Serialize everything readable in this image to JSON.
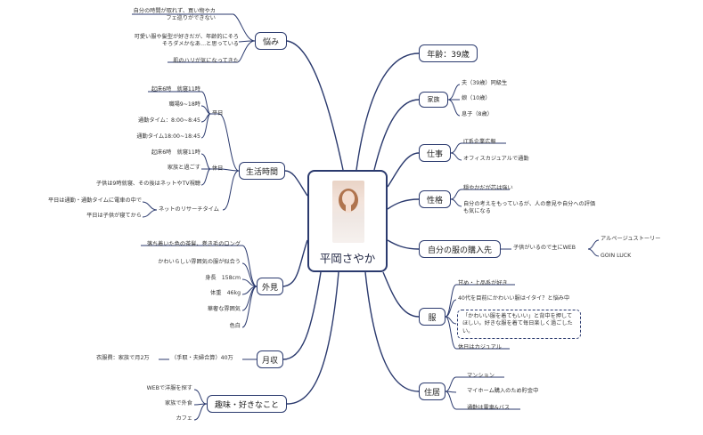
{
  "center": {
    "name": "平岡さやか"
  },
  "left": {
    "nayami": {
      "title": "悩み",
      "items": [
        "自分の時間が取れず、買い物やカフェ巡りができない",
        "可愛い服や髪型が好きだが、年齢的にそろそろダメかなあ…と思っている",
        "肌のハリが気になってきた"
      ]
    },
    "seikatsu": {
      "title": "生活時間",
      "heijitsu": {
        "label": "平日",
        "items": [
          "起床6時　就寝11時",
          "職場9~18時",
          "通勤タイム：8:00~8:45",
          "通勤タイム18:00~18:45"
        ]
      },
      "kyujitsu": {
        "label": "休日",
        "items": [
          "起床6時　就寝11時",
          "家族と過ごす",
          "子供は9時就寝、その後はネットやTV視聴"
        ]
      },
      "research": {
        "label": "ネットのリサーチタイム",
        "items": [
          "平日は通勤・通勤タイムに電車の中で",
          "平日は子供が寝てから"
        ]
      }
    },
    "gaiken": {
      "title": "外見",
      "items": [
        "落ち着いた色の茶髪、巻き毛のロング",
        "かわいらしい雰囲気の服が似合う",
        "身長　158cm",
        "体重　46kg",
        "華奢な雰囲気",
        "色白"
      ]
    },
    "geshu": {
      "title": "月収",
      "items": [
        "衣服費：家族で月2万",
        "（手取・夫婦合算）40万"
      ]
    },
    "shumi": {
      "title": "趣味・好きなこと",
      "items": [
        "WEBで洋服を探す",
        "家族で外食",
        "カフェ"
      ]
    }
  },
  "right": {
    "age": {
      "title": "年齢：39歳"
    },
    "family": {
      "title": "家族",
      "items": [
        "夫（39歳）同級生",
        "娘（10歳）",
        "息子（8歳）"
      ]
    },
    "job": {
      "title": "仕事",
      "items": [
        "IT系企業広報",
        "オフィスカジュアルで通勤"
      ]
    },
    "character": {
      "title": "性格",
      "items": [
        "穏やかだが芯は強い",
        "自分の考えをもっているが、人の意見や自分への評価も気になる"
      ]
    },
    "purchase": {
      "title": "自分の服の購入先",
      "mid": "子供がいるので主にWEB",
      "items": [
        "アルページュストーリー",
        "GOIN LUCK"
      ]
    },
    "clothes": {
      "title": "服",
      "items": [
        "甘め・上品系が好き",
        "40代を目前にかわいい服はイタイ？と悩み中",
        "休日はカジュアル"
      ],
      "quote": "「かわいい服を着てもいい」と背中を押してほしい。好きな服を着て毎日楽しく過ごしたい。"
    },
    "home": {
      "title": "住居",
      "items": [
        "マンション",
        "マイホーム購入のため貯金中",
        "通勤は電車&バス"
      ]
    }
  },
  "colors": {
    "line": "#2b3a6e",
    "text": "#333333"
  }
}
